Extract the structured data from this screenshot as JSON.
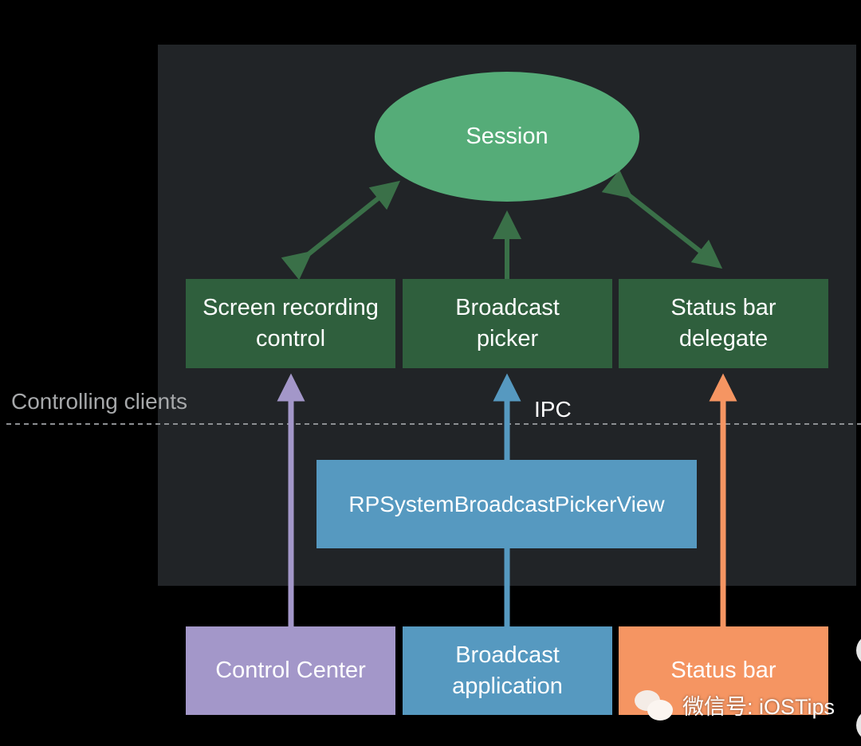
{
  "diagram": {
    "session": {
      "label": "Session"
    },
    "controlling_clients": [
      {
        "label": "Screen recording\ncontrol"
      },
      {
        "label": "Broadcast\npicker"
      },
      {
        "label": "Status bar\ndelegate"
      }
    ],
    "section_label": "Controlling clients",
    "ipc_label": "IPC",
    "picker_view": {
      "label": "RPSystemBroadcastPickerView"
    },
    "sources": [
      {
        "label": "Control Center"
      },
      {
        "label": "Broadcast\napplication"
      },
      {
        "label": "Status bar"
      }
    ],
    "colors": {
      "session": "#55ac78",
      "client_box": "#2f5f3d",
      "arrow_green": "#3a7048",
      "control_center": "#a397c9",
      "broadcast": "#5699c0",
      "status_bar": "#f59562",
      "panel": "#212427"
    }
  },
  "watermark": {
    "text": "微信号: iOSTips",
    "icon": "wechat-icon"
  }
}
